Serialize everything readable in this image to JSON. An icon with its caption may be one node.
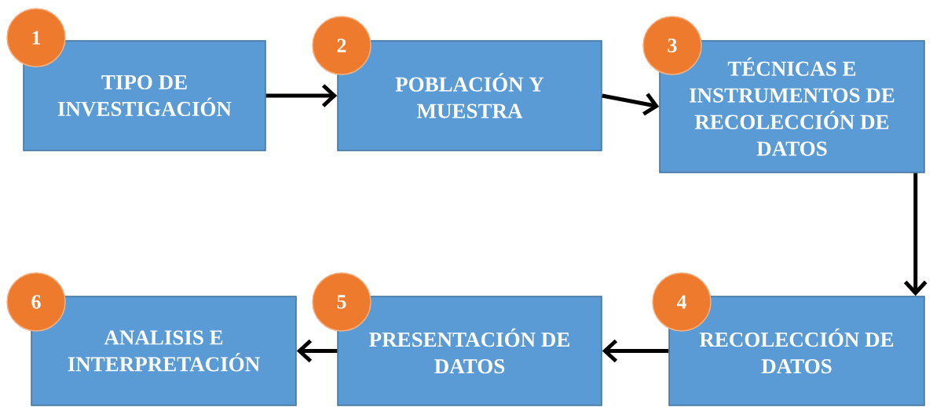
{
  "diagram": {
    "nodes": [
      {
        "text": [
          "1"
        ]
      },
      {
        "text": [
          "TIPO DE INVESTIGACIÓN"
        ]
      },
      {
        "text": [
          "2"
        ]
      },
      {
        "text": [
          "POBLACIÓN Y MUESTRA"
        ]
      },
      {
        "text": [
          "3"
        ]
      },
      {
        "text": [
          "TÉCNICAS E INSTRUMENTOS DE RECOLECCIÓN DE DATOS"
        ]
      },
      {
        "text": [
          "6"
        ]
      },
      {
        "text": [
          "ANALISIS E INTERPRETACIÓN"
        ]
      },
      {
        "text": [
          "5"
        ]
      },
      {
        "text": [
          "PRESENTACIÓN DE DATOS"
        ]
      },
      {
        "text": [
          "4"
        ]
      },
      {
        "text": [
          "RECOLECCIÓN DE DATOS"
        ]
      }
    ],
    "edges": [
      {
        "from": 1,
        "to": 3,
        "arrow": "to"
      },
      {
        "from": 3,
        "to": 5,
        "arrow": "to"
      },
      {
        "from": 5,
        "to": 11,
        "arrow": "to"
      },
      {
        "from": 11,
        "to": 9,
        "arrow": "to"
      },
      {
        "from": 9,
        "to": 7,
        "arrow": "to"
      }
    ]
  }
}
